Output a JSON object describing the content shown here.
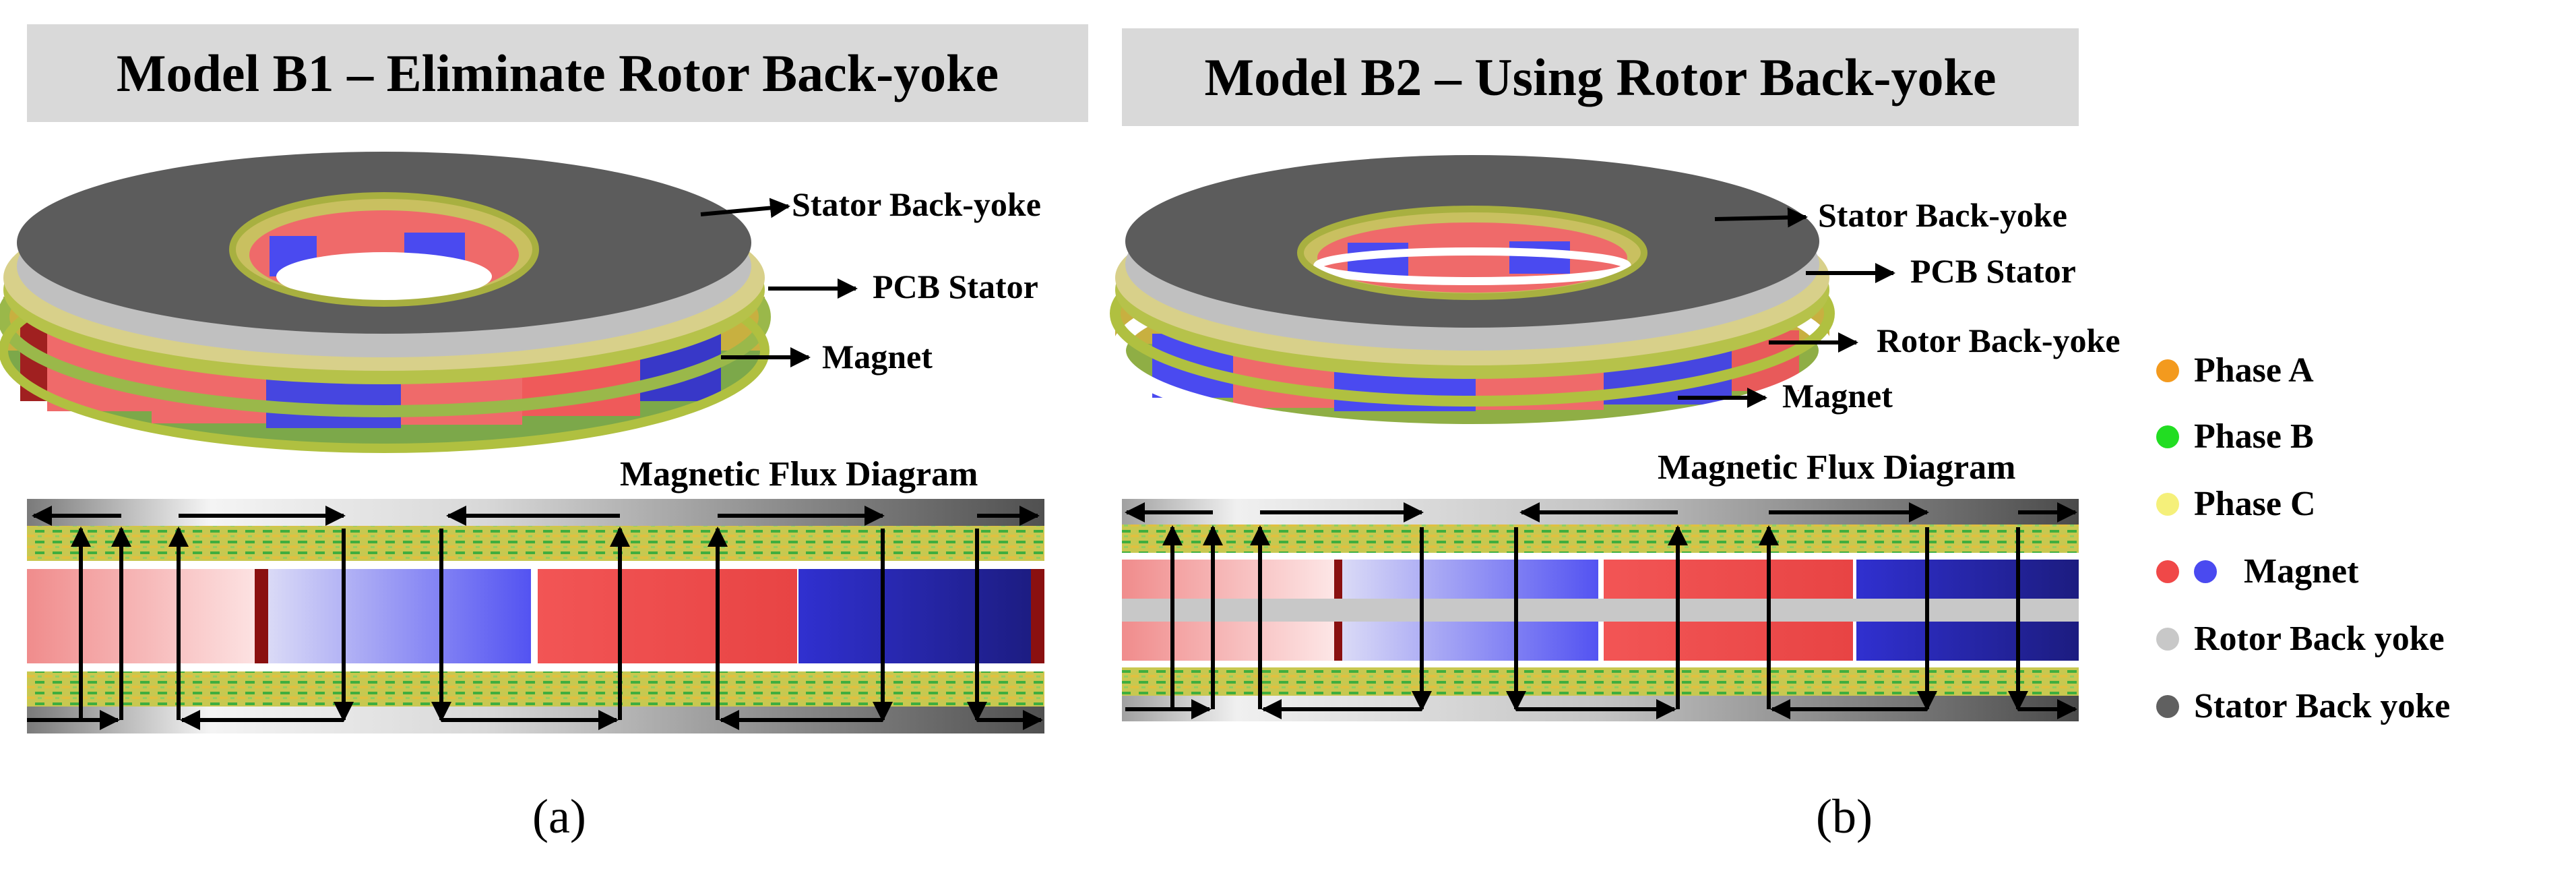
{
  "panel_a": {
    "title": "Model B1 – Eliminate Rotor Back-yoke",
    "callouts": {
      "stator_back_yoke": "Stator Back-yoke",
      "pcb_stator": "PCB Stator",
      "magnet": "Magnet"
    },
    "flux_title": "Magnetic Flux Diagram",
    "caption": "(a)"
  },
  "panel_b": {
    "title": "Model B2 – Using Rotor Back-yoke",
    "callouts": {
      "stator_back_yoke": "Stator Back-yoke",
      "pcb_stator": "PCB Stator",
      "rotor_back_yoke": "Rotor Back-yoke",
      "magnet": "Magnet"
    },
    "flux_title": "Magnetic Flux Diagram",
    "caption": "(b)"
  },
  "legend": {
    "phase_a": {
      "label": "Phase A",
      "color": "#f39a1e"
    },
    "phase_b": {
      "label": "Phase B",
      "color": "#22dd22"
    },
    "phase_c": {
      "label": "Phase C",
      "color": "#f5f07a"
    },
    "magnet": {
      "label": "Magnet",
      "colors": [
        "#f04848",
        "#4a4af0"
      ]
    },
    "rotor_back_yoke": {
      "label": "Rotor Back yoke",
      "color": "#c8c8c8"
    },
    "stator_back_yoke": {
      "label": "Stator Back yoke",
      "color": "#606060"
    }
  }
}
